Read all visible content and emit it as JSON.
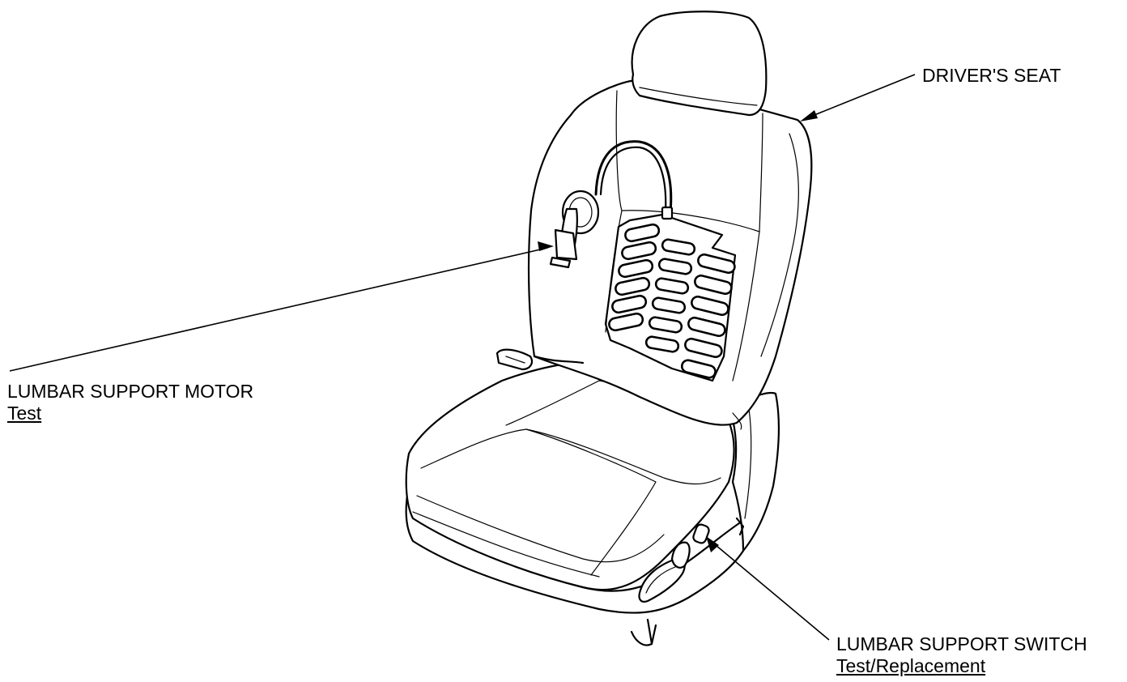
{
  "callouts": {
    "drivers_seat": {
      "title": "DRIVER'S SEAT"
    },
    "lumbar_motor": {
      "title": "LUMBAR SUPPORT MOTOR",
      "link": "Test"
    },
    "lumbar_switch": {
      "title": "LUMBAR SUPPORT SWITCH",
      "link": "Test/Replacement"
    }
  }
}
